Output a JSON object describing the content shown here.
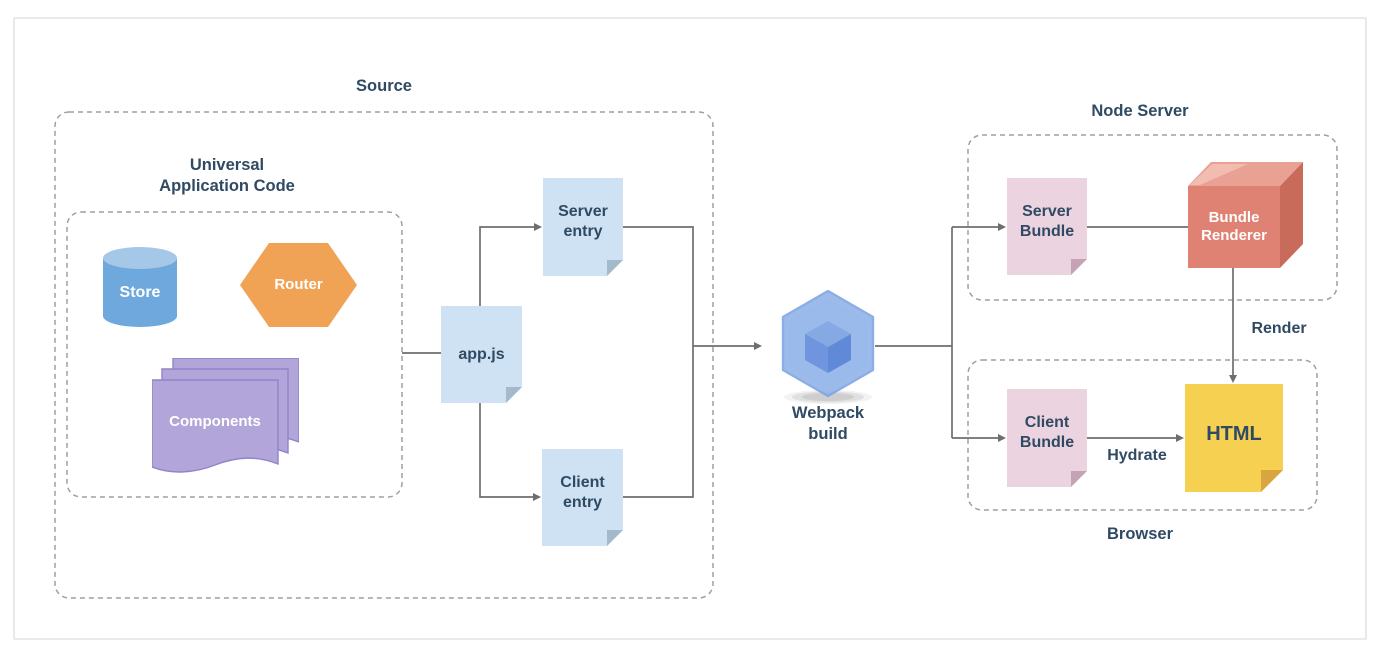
{
  "diagram": {
    "title_source": "Source",
    "uac": {
      "line1": "Universal",
      "line2": "Application Code"
    },
    "nodes": {
      "store": "Store",
      "router": "Router",
      "components": "Components",
      "app_js": "app.js",
      "server_entry": "Server entry",
      "client_entry": "Client entry",
      "webpack_line1": "Webpack",
      "webpack_line2": "build",
      "server_bundle": "Server Bundle",
      "bundle_renderer": "Bundle Renderer",
      "client_bundle": "Client Bundle",
      "html": "HTML"
    },
    "groups": {
      "node_server": "Node Server",
      "browser": "Browser"
    },
    "edges": {
      "render": "Render",
      "hydrate": "Hydrate"
    },
    "colors": {
      "doc_blue": "#cfe2f3",
      "doc_blue_fold": "#a3bacd",
      "doc_pink": "#ecd3e0",
      "doc_pink_fold": "#c5a3b5",
      "doc_yellow": "#f6d051",
      "doc_yellow_fold": "#d9a53f",
      "store_blue": "#6fa8dc",
      "store_top_blue": "#a6c8e8",
      "router_orange": "#f0a355",
      "components_purple": "#b2a5d9",
      "components_border": "#9184c8",
      "cube_front": "#df8173",
      "cube_top": "#e9a193",
      "cube_right": "#c96b5b",
      "webpack_hex": "#8fb2e9",
      "webpack_cube": "#6b93dc",
      "text_navy": "#2f4a63",
      "line_gray": "#6e6e6e",
      "dash_gray": "#9aa0a5"
    }
  }
}
